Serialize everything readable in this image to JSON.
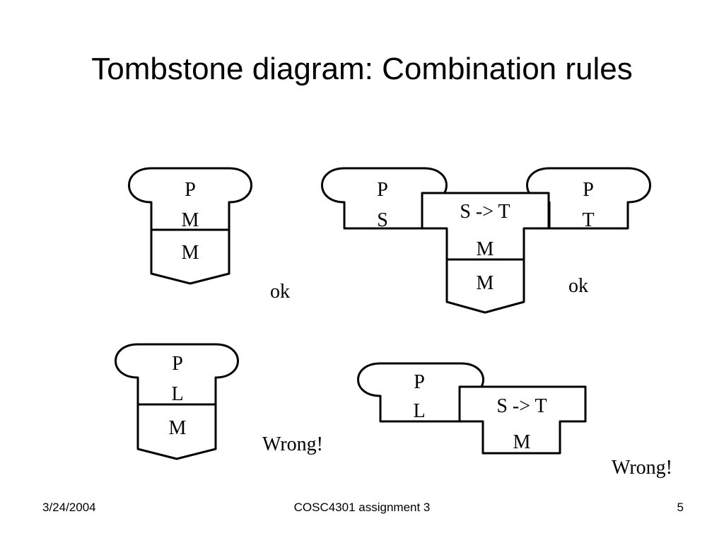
{
  "slide": {
    "title": "Tombstone diagram: Combination rules",
    "footer": {
      "date": "3/24/2004",
      "course": "COSC4301 assignment 3",
      "page": "5"
    }
  },
  "diagrams": {
    "d1": {
      "program": "P",
      "lang": "M",
      "machine": "M",
      "verdict": "ok"
    },
    "d2": {
      "program": "P",
      "source_lang": "S",
      "translator": "S -> T",
      "translator_lang": "M",
      "machine": "M",
      "out_program": "P",
      "out_lang": "T",
      "verdict": "ok"
    },
    "d3": {
      "program": "P",
      "lang": "L",
      "machine": "M",
      "verdict": "Wrong!"
    },
    "d4": {
      "program": "P",
      "lang": "L",
      "translator": "S -> T",
      "translator_lang": "M",
      "verdict": "Wrong!"
    }
  }
}
